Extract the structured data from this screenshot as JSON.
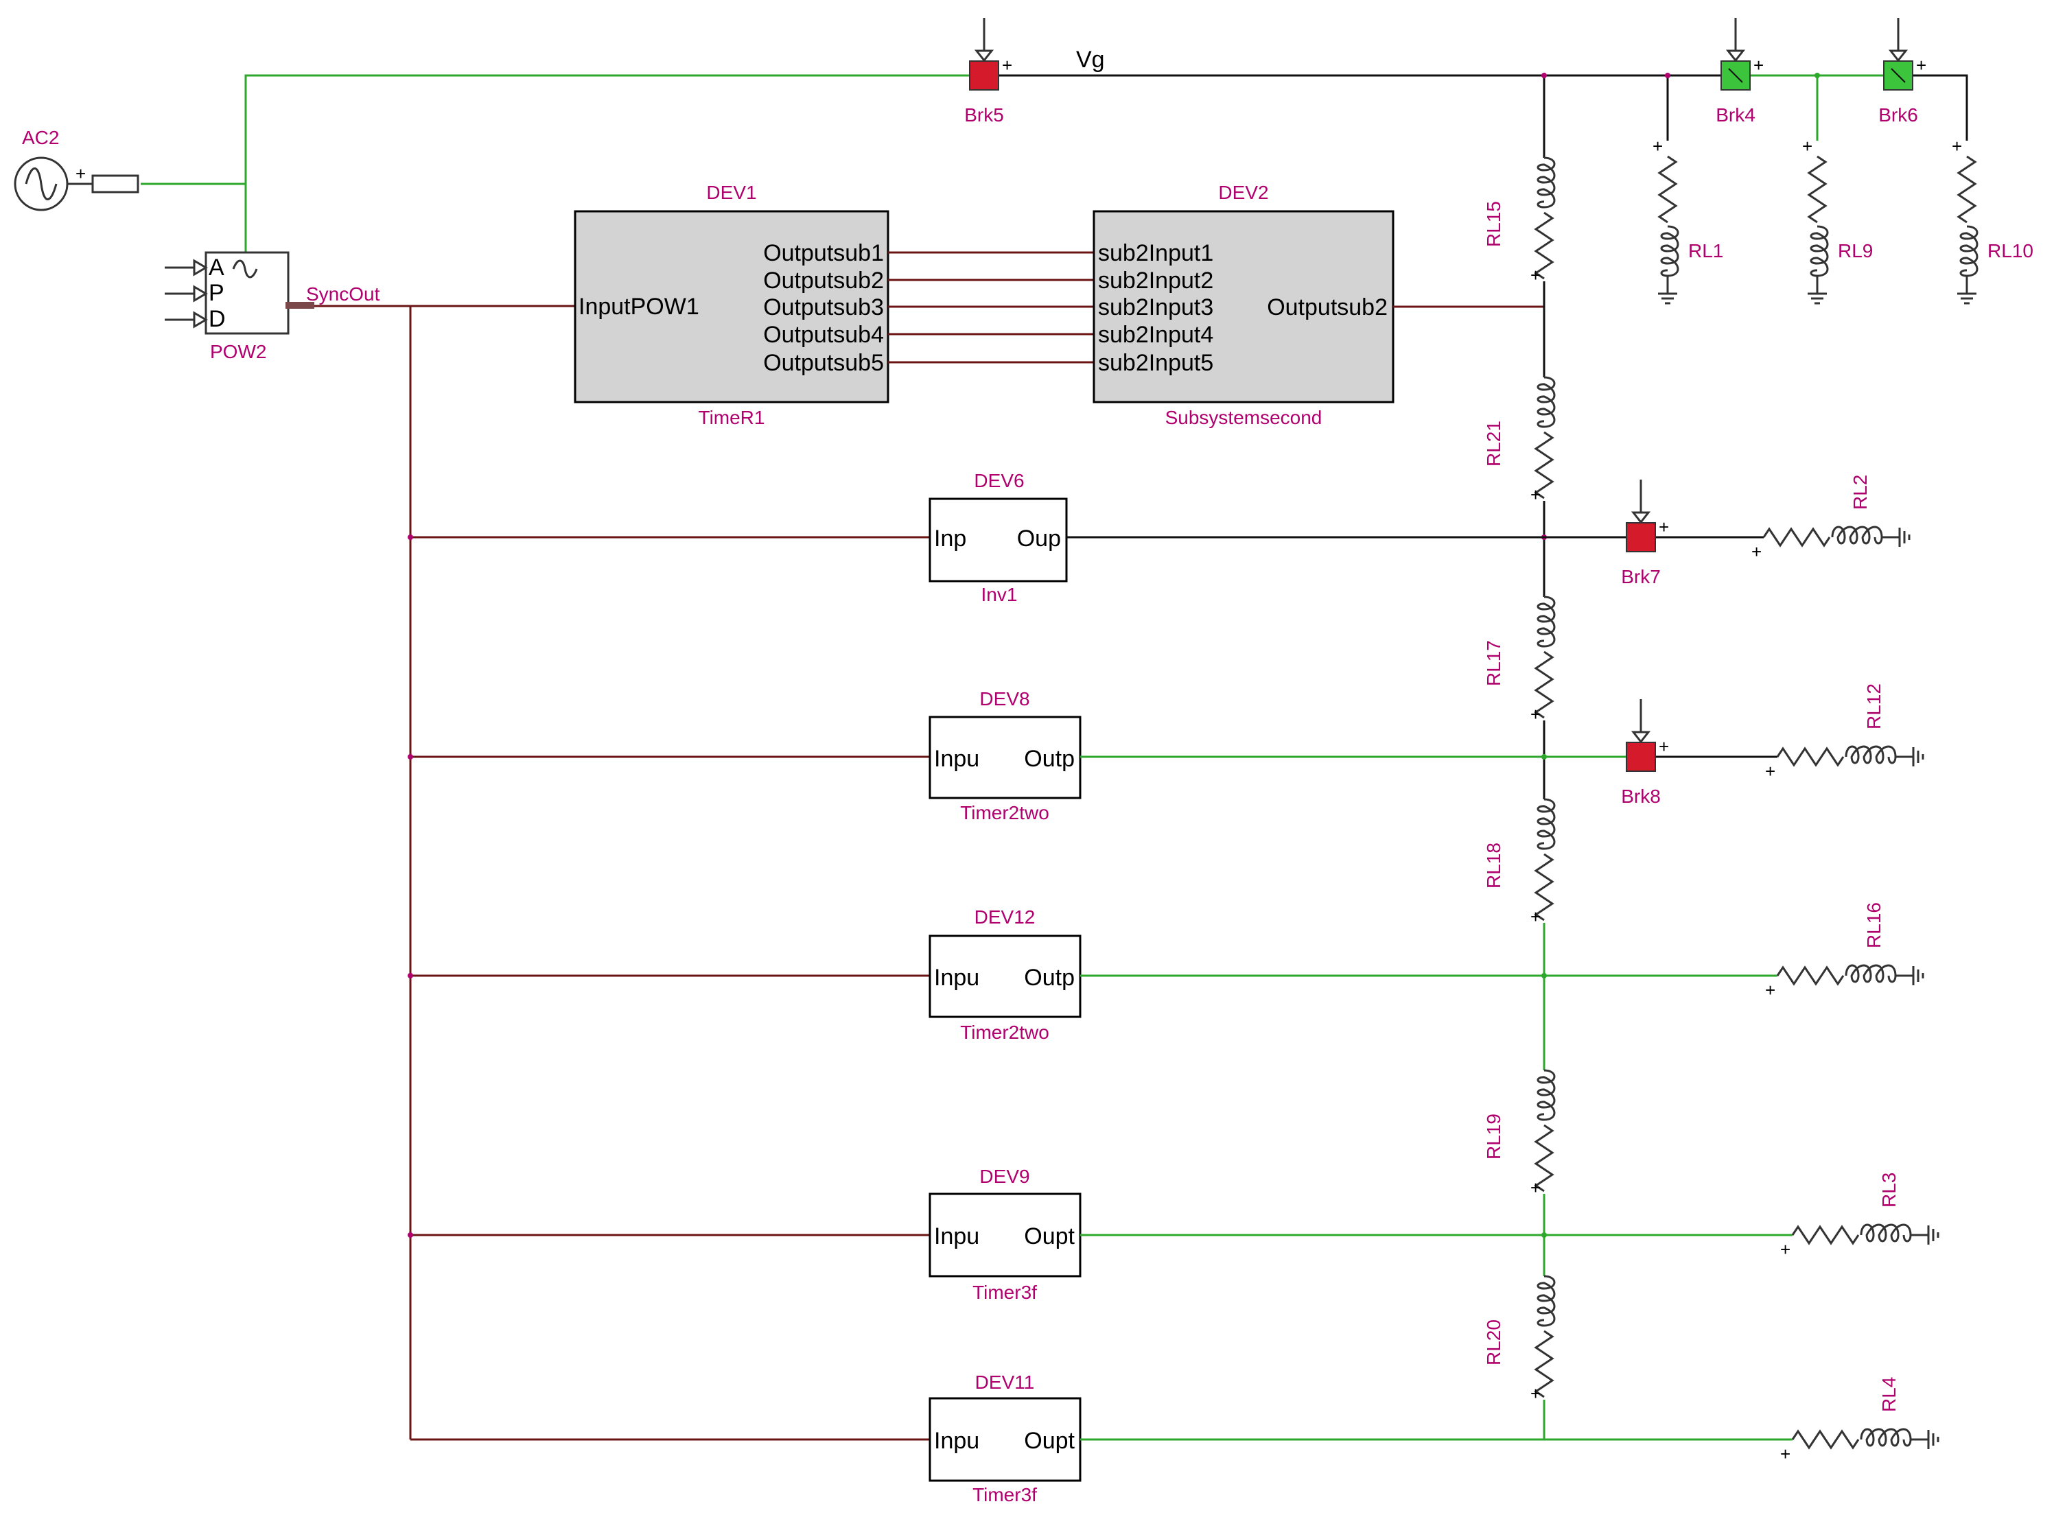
{
  "colors": {
    "wire_dark": "#6b1414",
    "wire_green": "#2da82d",
    "wire_black": "#111111",
    "label": "#b0006e",
    "block_fill": "#d3d3d3",
    "breaker_open": "#d51a2b",
    "breaker_closed": "#3cc43c"
  },
  "source": {
    "name": "AC2",
    "icon": "ac-source-icon"
  },
  "net_label": "Vg",
  "pow": {
    "name": "POW2",
    "inputs": [
      "A",
      "P",
      "D"
    ],
    "output_label": "SyncOut",
    "icon": "sine-wave-icon"
  },
  "dev1": {
    "title": "DEV1",
    "subtitle": "TimeR1",
    "input": "InputPOW1",
    "outputs": [
      "Outputsub1",
      "Outputsub2",
      "Outputsub3",
      "Outputsub4",
      "Outputsub5"
    ]
  },
  "dev2": {
    "title": "DEV2",
    "subtitle": "Subsystemsecond",
    "inputs": [
      "sub2Input1",
      "sub2Input2",
      "sub2Input3",
      "sub2Input4",
      "sub2Input5"
    ],
    "output": "Outputsub2"
  },
  "devices": [
    {
      "title": "DEV6",
      "in": "Inp",
      "out": "Oup",
      "subtitle": "Inv1"
    },
    {
      "title": "DEV8",
      "in": "Inpu",
      "out": "Outp",
      "subtitle": "Timer2two"
    },
    {
      "title": "DEV12",
      "in": "Inpu",
      "out": "Outp",
      "subtitle": "Timer2two"
    },
    {
      "title": "DEV9",
      "in": "Inpu",
      "out": "Oupt",
      "subtitle": "Timer3f"
    },
    {
      "title": "DEV11",
      "in": "Inpu",
      "out": "Oupt",
      "subtitle": "Timer3f"
    }
  ],
  "breakers": [
    {
      "name": "Brk5",
      "state": "open"
    },
    {
      "name": "Brk4",
      "state": "closed"
    },
    {
      "name": "Brk6",
      "state": "closed"
    },
    {
      "name": "Brk7",
      "state": "open"
    },
    {
      "name": "Brk8",
      "state": "open"
    }
  ],
  "top_loads": [
    "RL1",
    "RL9",
    "RL10"
  ],
  "line_segments": [
    "RL15",
    "RL21",
    "RL17",
    "RL18",
    "RL19",
    "RL20"
  ],
  "branch_loads": [
    "RL2",
    "RL12",
    "RL16",
    "RL3",
    "RL4"
  ],
  "plus_sign": "+"
}
